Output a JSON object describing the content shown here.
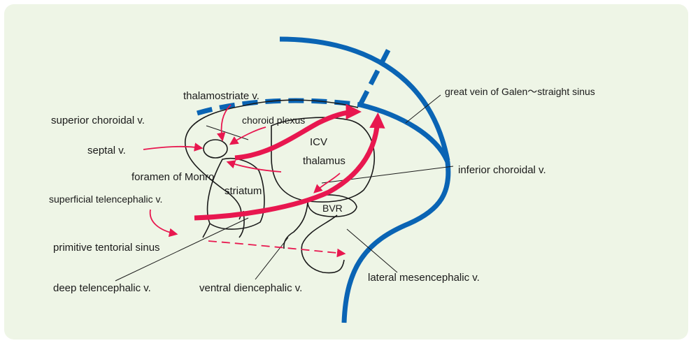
{
  "colors": {
    "background": "#eef5e6",
    "blue": "#0a64b4",
    "red": "#e8174f",
    "line": "#1a1a1a"
  },
  "labels": {
    "thalamostriate": "thalamostriate v.",
    "superior_choroidal": "superior choroidal v.",
    "choroid_plexus": "choroid plexus",
    "septal": "septal v.",
    "icv": "ICV",
    "thalamus": "thalamus",
    "foramen": "foramen of Monro",
    "striatum": "striatum",
    "superficial_telencephalic": "superficial telencephalic v.",
    "bvr": "BVR",
    "primitive_tentorial": "primitive tentorial sinus",
    "deep_telencephalic": "deep telencephalic v.",
    "ventral_diencephalic": "ventral diencephalic v.",
    "lateral_mesencephalic": "lateral mesencephalic v.",
    "great_vein": "great vein of Galen〜straight sinus",
    "inferior_choroidal": "inferior choroidal v."
  }
}
